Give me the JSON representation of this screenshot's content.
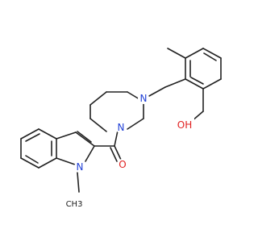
{
  "molecule": {
    "atoms": {
      "n_piperazine_top": "N",
      "n_piperazine_bottom": "N",
      "n_indole": "N",
      "o_carbonyl": "O",
      "oh_group": "OH",
      "n_methyl": "CH3"
    }
  },
  "colors": {
    "bond": "#222222",
    "nitrogen": "#1f3fd6",
    "oxygen": "#e02020",
    "background": "#ffffff"
  }
}
